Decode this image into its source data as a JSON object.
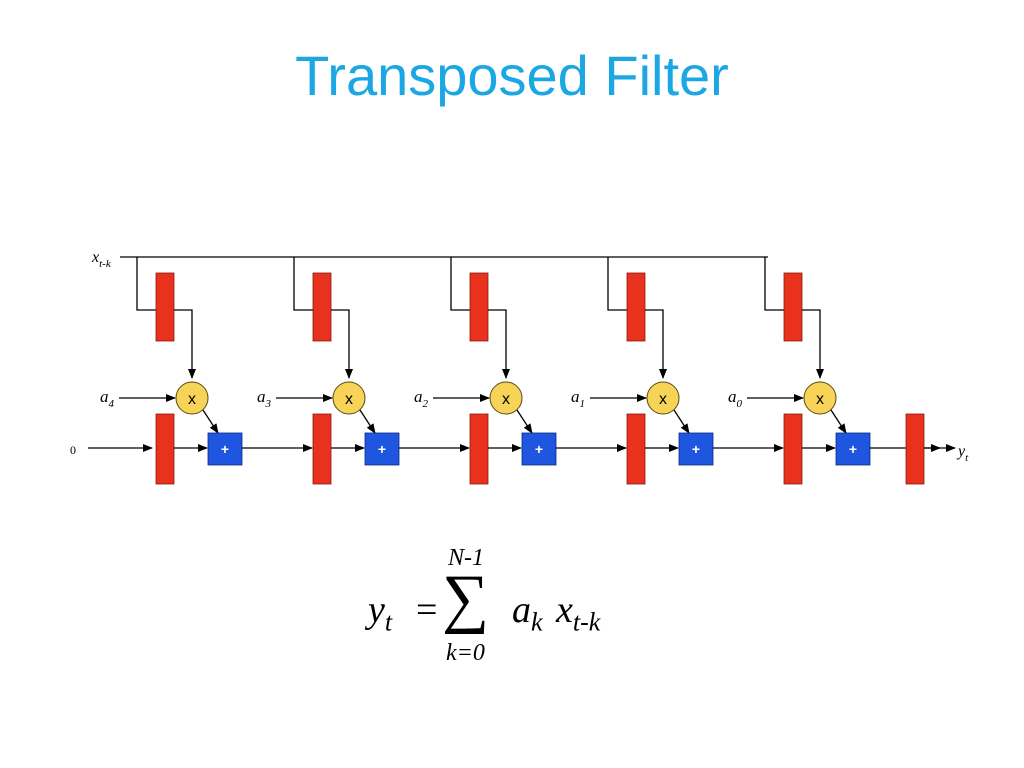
{
  "slide": {
    "title": "Transposed Filter"
  },
  "diagram": {
    "input_label": {
      "base": "x",
      "sub": "t-k"
    },
    "zero_label": "0",
    "output_label": {
      "base": "y",
      "sub": "t"
    },
    "multiplier_symbol": "x",
    "adder_symbol": "+",
    "coefficients": [
      {
        "base": "a",
        "sub": "4"
      },
      {
        "base": "a",
        "sub": "3"
      },
      {
        "base": "a",
        "sub": "2"
      },
      {
        "base": "a",
        "sub": "1"
      },
      {
        "base": "a",
        "sub": "0"
      }
    ],
    "colors": {
      "register": "#e8321e",
      "multiplier": "#f7d358",
      "adder": "#1f56e0",
      "wire": "#000000",
      "title": "#1aa7e3"
    }
  },
  "formula": {
    "lhs": "y",
    "lhs_sub": "t",
    "equals": "=",
    "sum_symbol": "∑",
    "upper": "N-1",
    "lower": "k=0",
    "term1": "a",
    "term1_sub": "k",
    "term2": "x",
    "term2_sub": "t-k"
  }
}
